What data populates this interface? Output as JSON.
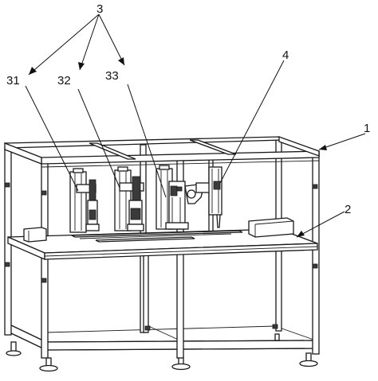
{
  "labels": {
    "group": "3",
    "unit_31": "31",
    "unit_32": "32",
    "unit_33": "33",
    "unit_4": "4",
    "frame_1": "1",
    "table_2": "2"
  }
}
